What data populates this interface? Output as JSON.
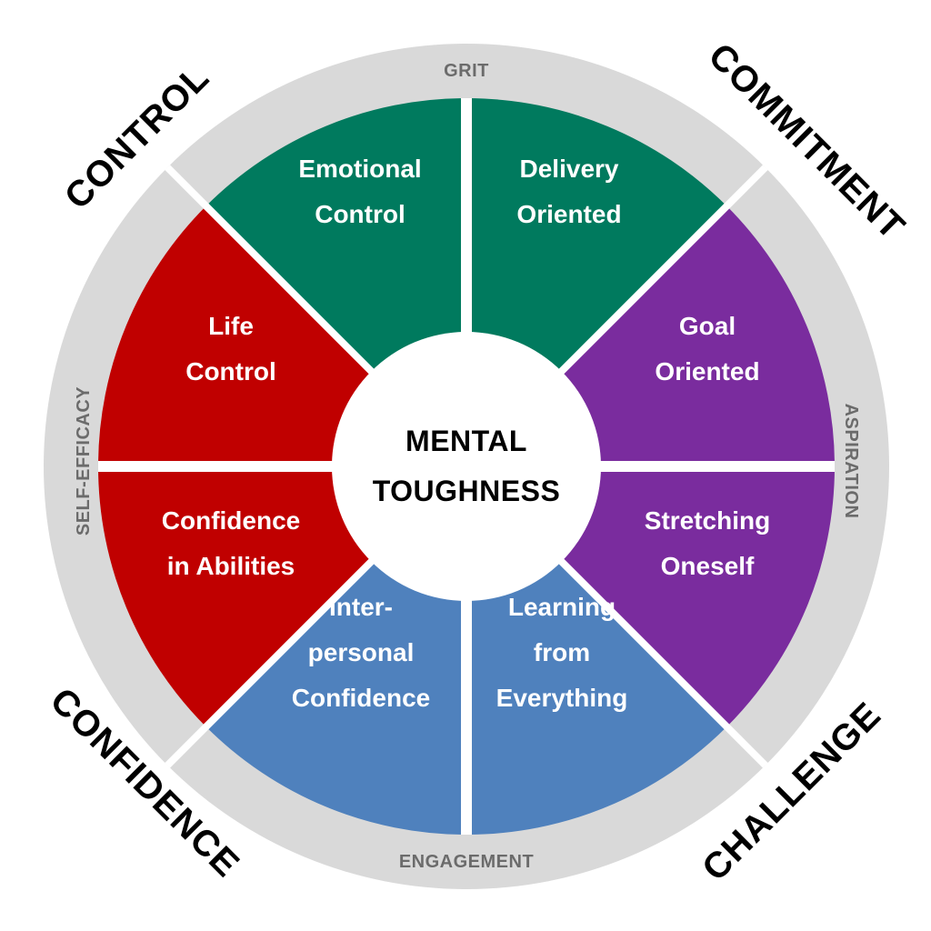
{
  "title": "Mental Toughness",
  "center": {
    "lines": [
      "MENTAL",
      "TOUGHNESS"
    ]
  },
  "colors": {
    "ring": "#d9d9d9",
    "ring_text": "#6b6b6b",
    "control": "#007a5e",
    "commitment": "#7a2c9e",
    "challenge": "#4f81bd",
    "confidence": "#c00000",
    "gap": "#ffffff"
  },
  "segments": [
    {
      "id": "emotional-control",
      "group": "control",
      "lines": [
        "Emotional",
        "Control"
      ]
    },
    {
      "id": "delivery-oriented",
      "group": "commitment",
      "lines": [
        "Delivery",
        "Oriented"
      ]
    },
    {
      "id": "goal-oriented",
      "group": "commitment",
      "lines": [
        "Goal",
        "Oriented"
      ]
    },
    {
      "id": "stretching-oneself",
      "group": "challenge",
      "lines": [
        "Stretching",
        "Oneself"
      ]
    },
    {
      "id": "learning-from-everything",
      "group": "challenge",
      "lines": [
        "Learning",
        "from",
        "Everything"
      ]
    },
    {
      "id": "interpersonal-confidence",
      "group": "confidence",
      "lines": [
        "Inter-",
        "personal",
        "Confidence"
      ]
    },
    {
      "id": "confidence-in-abilities",
      "group": "confidence",
      "lines": [
        "Confidence",
        "in Abilities"
      ]
    },
    {
      "id": "life-control",
      "group": "control",
      "lines": [
        "Life",
        "Control"
      ]
    }
  ],
  "ring_labels": {
    "top": "GRIT",
    "right": "ASPIRATION",
    "bottom": "ENGAGEMENT",
    "left": "SELF-EFFICACY"
  },
  "outer_labels": {
    "top_left": "CONTROL",
    "top_right": "COMMITMENT",
    "bottom_right": "CHALLENGE",
    "bottom_left": "CONFIDENCE"
  }
}
